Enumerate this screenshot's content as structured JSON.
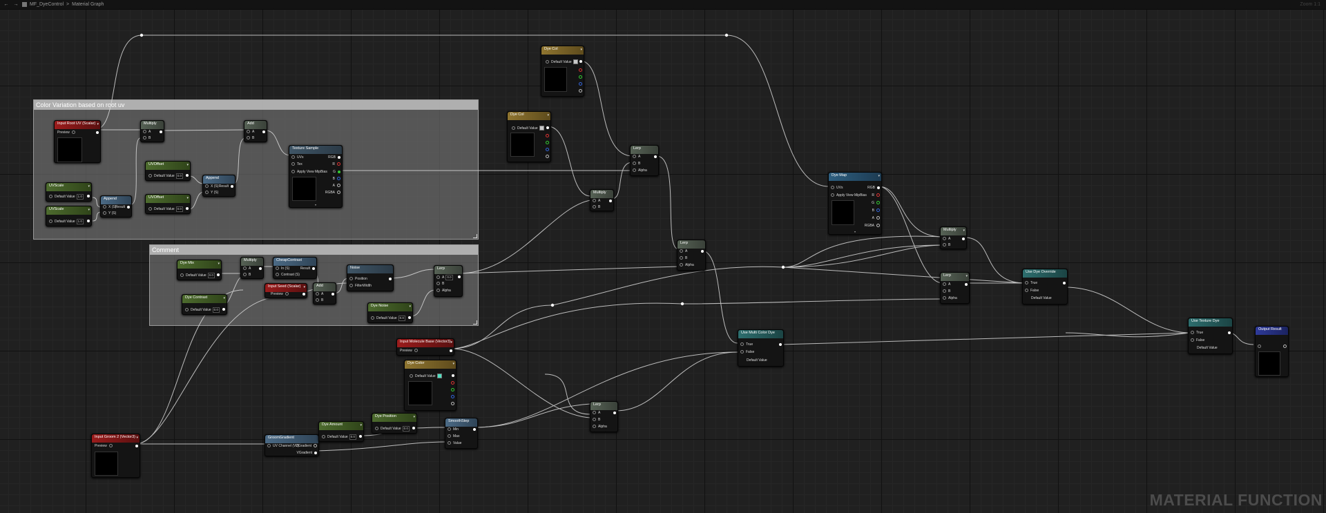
{
  "topbar": {
    "back_icon": "arrow-left-icon",
    "forward_icon": "arrow-right-icon",
    "asset_name": "MF_DyeControl",
    "separator": ">",
    "graph_name": "Material Graph",
    "right_label": "Zoom 1:1"
  },
  "comments": [
    {
      "title": "Color Variation based on root uv"
    },
    {
      "title": "Comment"
    }
  ],
  "nodes": {
    "root_uv": {
      "title": "Input Root UV (Scalar)",
      "preview": "Preview"
    },
    "uv_scale_a": {
      "title": "UVScale",
      "value_label": "Default Value",
      "value": "1.0"
    },
    "uv_scale_b": {
      "title": "UVScale",
      "value_label": "Default Value",
      "value": "1.0"
    },
    "append_a": {
      "title": "Append",
      "pin_x": "X (S)",
      "pin_y": "Y (S)",
      "out": "Result"
    },
    "multiply_a": {
      "title": "Multiply",
      "a": "A",
      "b": "B"
    },
    "uv_offset_a": {
      "title": "UVOffset",
      "value_label": "Default Value",
      "value": "0.0"
    },
    "uv_offset_b": {
      "title": "UVOffset",
      "value_label": "Default Value",
      "value": "0.0"
    },
    "append_b": {
      "title": "Append",
      "pin_x": "X (S)",
      "pin_y": "Y (S)",
      "out": "Result"
    },
    "add_a": {
      "title": "Add",
      "a": "A",
      "b": "B"
    },
    "texture_sample": {
      "title": "Texture Sample",
      "uvs": "UVs",
      "tex": "Tex",
      "mip": "Apply View MipBias",
      "rgb": "RGB",
      "r": "R",
      "g": "G",
      "b": "B",
      "alpha": "A",
      "rgba": "RGBA"
    },
    "dye_mix": {
      "title": "Dye Mix",
      "value_label": "Default Value",
      "value": "0.0"
    },
    "multiply_b": {
      "title": "Multiply",
      "a": "A",
      "b": "B"
    },
    "clamp_contrast": {
      "title": "CheapContrast",
      "in": "In (S)",
      "contrast": "Contrast (S)",
      "out": "Result"
    },
    "dye_contrast": {
      "title": "Dye Contrast",
      "value_label": "Default Value",
      "value": "0.0"
    },
    "seed_scalar": {
      "title": "Input Seed (Scalar)",
      "preview": "Preview"
    },
    "add_b": {
      "title": "Add",
      "a": "A",
      "b": "B"
    },
    "noise": {
      "title": "Noise",
      "position": "Position",
      "filter": "FilterWidth"
    },
    "dye_noise": {
      "title": "Dye Noise",
      "value_label": "Default Value",
      "value": "0.0"
    },
    "lerp_noise": {
      "title": "Lerp",
      "a": "A",
      "b": "B",
      "alpha": "Alpha",
      "value": "0.0"
    },
    "dye_col_1": {
      "title": "Dye Col",
      "value_label": "Default Value"
    },
    "dye_col_2": {
      "title": "Dye Col",
      "value_label": "Default Value"
    },
    "lerp_a": {
      "title": "Lerp",
      "a": "A",
      "b": "B",
      "alpha": "Alpha"
    },
    "multiply_c": {
      "title": "Multiply",
      "a": "A",
      "b": "B"
    },
    "lerp_b": {
      "title": "Lerp",
      "a": "A",
      "b": "B",
      "alpha": "Alpha"
    },
    "dye_map": {
      "title": "Dye Map",
      "uvs": "UVs",
      "mip": "Apply View MipBias",
      "rgb": "RGB",
      "r": "R",
      "g": "G",
      "b": "B",
      "alpha": "A",
      "rgba": "RGBA"
    },
    "multiply_d": {
      "title": "Multiply",
      "a": "A",
      "b": "B"
    },
    "lerp_c": {
      "title": "Lerp",
      "a": "A",
      "b": "B",
      "alpha": "Alpha"
    },
    "use_dye_override": {
      "title": "Use Dye Override",
      "true": "True",
      "false": "False",
      "default": "Default Value"
    },
    "use_multi_color": {
      "title": "Use Multi Color Dye",
      "true": "True",
      "false": "False",
      "default": "Default Value"
    },
    "use_texture_dye": {
      "title": "Use Texture Dye",
      "true": "True",
      "false": "False",
      "default": "Default Value"
    },
    "output_result": {
      "title": "Output Result"
    },
    "input_molecule": {
      "title": "Input Molecule Base (Vector3)",
      "preview": "Preview"
    },
    "dye_color": {
      "title": "Dye Color",
      "value_label": "Default Value"
    },
    "lerp_d": {
      "title": "Lerp",
      "a": "A",
      "b": "B",
      "alpha": "Alpha"
    },
    "input_groom": {
      "title": "Input Groom 2 (Vector3)",
      "preview": "Preview"
    },
    "groom_gradient": {
      "title": "GroomGradient",
      "uv": "UV Channel (V2)",
      "out_a": "UGradient",
      "out_b": "VGradient"
    },
    "dye_amount": {
      "title": "Dye Amount",
      "value_label": "Default Value",
      "value": "0.0"
    },
    "dye_position": {
      "title": "Dye Position",
      "value_label": "Default Value",
      "value": "0.0"
    },
    "smoothstep": {
      "title": "SmoothStep",
      "min": "Min",
      "max": "Max",
      "value": "Value"
    }
  },
  "watermark": "MATERIAL FUNCTION",
  "colors": {
    "accent_cyan": "#4fe0c0",
    "swatch_gray": "#c8c8c8"
  }
}
